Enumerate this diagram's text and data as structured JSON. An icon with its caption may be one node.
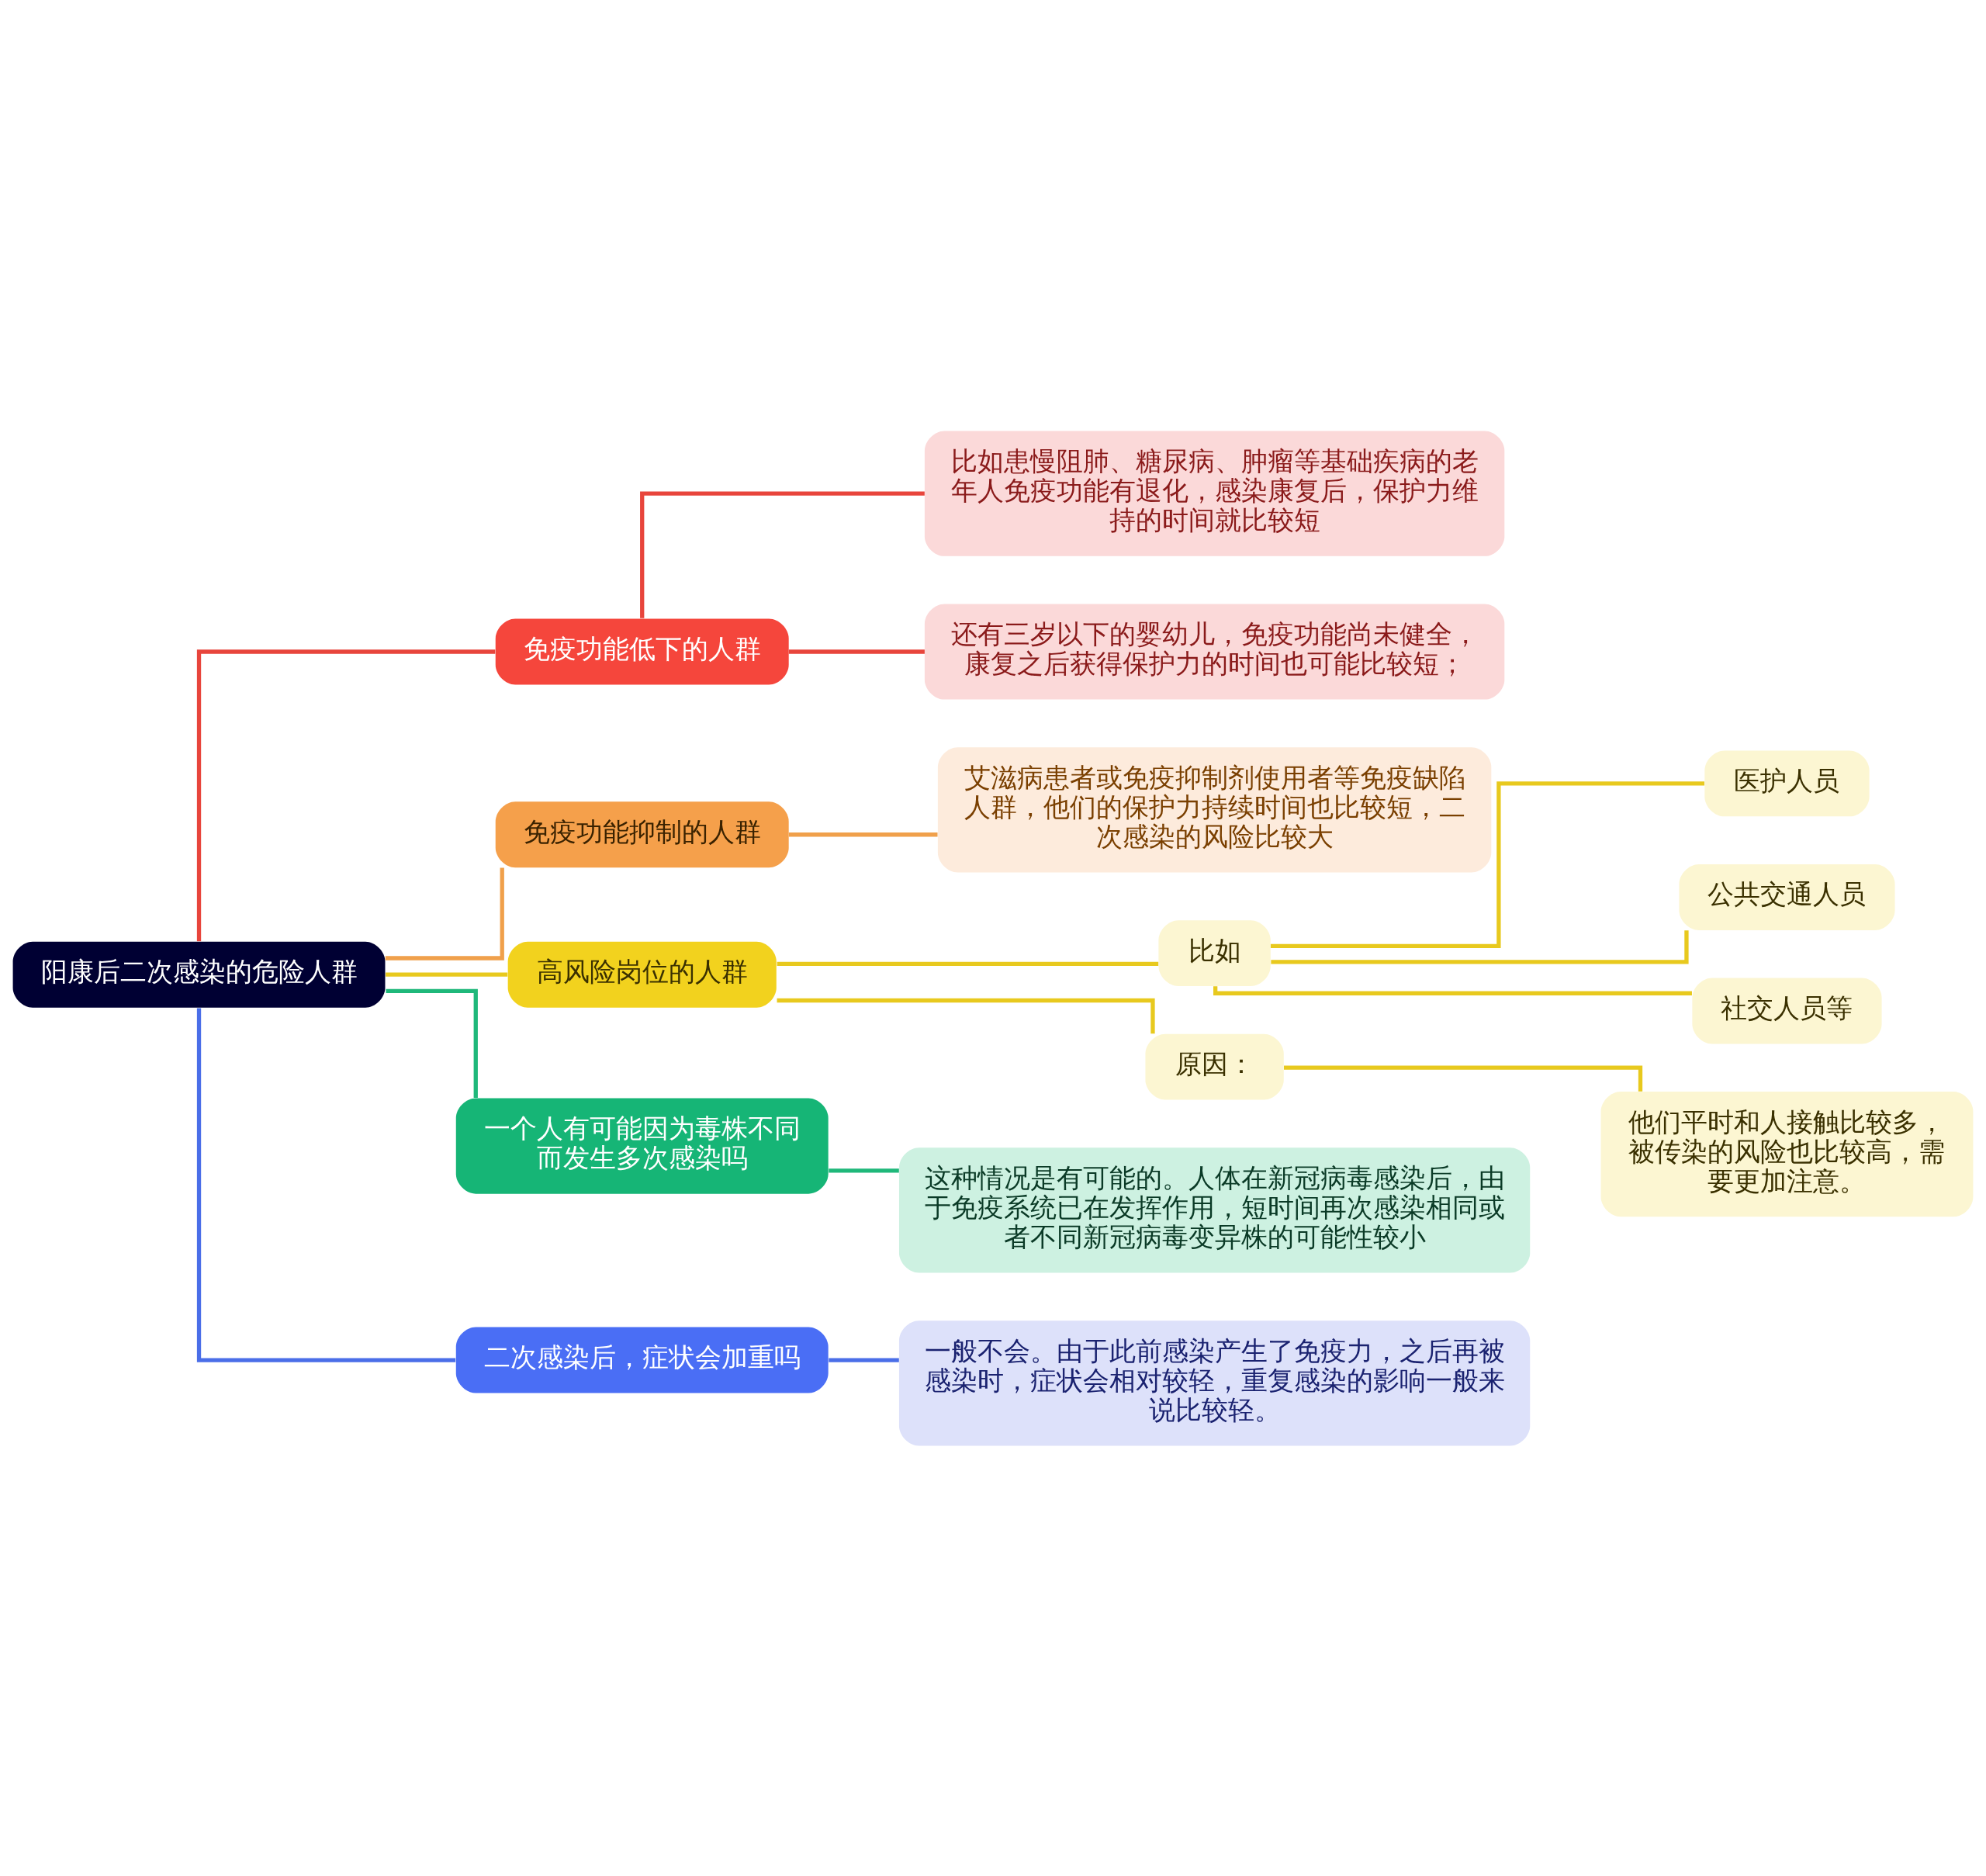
{
  "diagram": {
    "nodes": [
      {
        "text": [
          "阳康后二次感染的危险人群"
        ]
      },
      {
        "text": [
          "免疫功能低下的人群"
        ]
      },
      {
        "text": [
          "比如患慢阻肺、糖尿病、肿瘤等基础疾病的老年人免疫功能有退化，感染康复后，保护力维持的时间就比较短"
        ]
      },
      {
        "text": [
          "还有三岁以下的婴幼儿，免疫功能尚未健全，康复之后获得保护力的时间也可能比较短；"
        ]
      },
      {
        "text": [
          "免疫功能抑制的人群"
        ]
      },
      {
        "text": [
          "艾滋病患者或免疫抑制剂使用者等免疫缺陷人群，他们的保护力持续时间也比较短，二次感染的风险比较大"
        ]
      },
      {
        "text": [
          "高风险岗位的人群"
        ]
      },
      {
        "text": [
          "比如"
        ]
      },
      {
        "text": [
          "医护人员"
        ]
      },
      {
        "text": [
          "公共交通人员"
        ]
      },
      {
        "text": [
          "社交人员等"
        ]
      },
      {
        "text": [
          "原因："
        ]
      },
      {
        "text": [
          "他们平时和人接触比较多，被传染的风险也比较高，需要更加注意。"
        ]
      },
      {
        "text": [
          "一个人有可能因为毒株不同而发生多次感染吗"
        ]
      },
      {
        "text": [
          "这种情况是有可能的。人体在新冠病毒感染后，由于免疫系统已在发挥作用，短时间再次感染相同或者不同新冠病毒变异株的可能性较小"
        ]
      },
      {
        "text": [
          "二次感染后，症状会加重吗"
        ]
      },
      {
        "text": [
          "一般不会。由于此前感染产生了免疫力，之后再被感染时，症状会相对较轻，重复感染的影响一般来说比较轻。"
        ]
      }
    ],
    "edges": [
      {
        "from": 0,
        "to": 1,
        "arrow": "none",
        "color": "#e8453c"
      },
      {
        "from": 1,
        "to": 2,
        "arrow": "none",
        "color": "#e8453c"
      },
      {
        "from": 1,
        "to": 3,
        "arrow": "none",
        "color": "#e8453c"
      },
      {
        "from": 0,
        "to": 4,
        "arrow": "none",
        "color": "#f0a04b"
      },
      {
        "from": 4,
        "to": 5,
        "arrow": "none",
        "color": "#f0a04b"
      },
      {
        "from": 0,
        "to": 6,
        "arrow": "none",
        "color": "#e8c91e"
      },
      {
        "from": 6,
        "to": 7,
        "arrow": "none",
        "color": "#e8c91e"
      },
      {
        "from": 7,
        "to": 8,
        "arrow": "none",
        "color": "#e8c91e"
      },
      {
        "from": 7,
        "to": 9,
        "arrow": "none",
        "color": "#e8c91e"
      },
      {
        "from": 7,
        "to": 10,
        "arrow": "none",
        "color": "#e8c91e"
      },
      {
        "from": 6,
        "to": 11,
        "arrow": "none",
        "color": "#e8c91e"
      },
      {
        "from": 11,
        "to": 12,
        "arrow": "none",
        "color": "#e8c91e"
      },
      {
        "from": 0,
        "to": 13,
        "arrow": "none",
        "color": "#1fb87a"
      },
      {
        "from": 13,
        "to": 14,
        "arrow": "none",
        "color": "#1fb87a"
      },
      {
        "from": 0,
        "to": 15,
        "arrow": "none",
        "color": "#4a6ee8"
      },
      {
        "from": 15,
        "to": 16,
        "arrow": "none",
        "color": "#4a6ee8"
      }
    ]
  }
}
